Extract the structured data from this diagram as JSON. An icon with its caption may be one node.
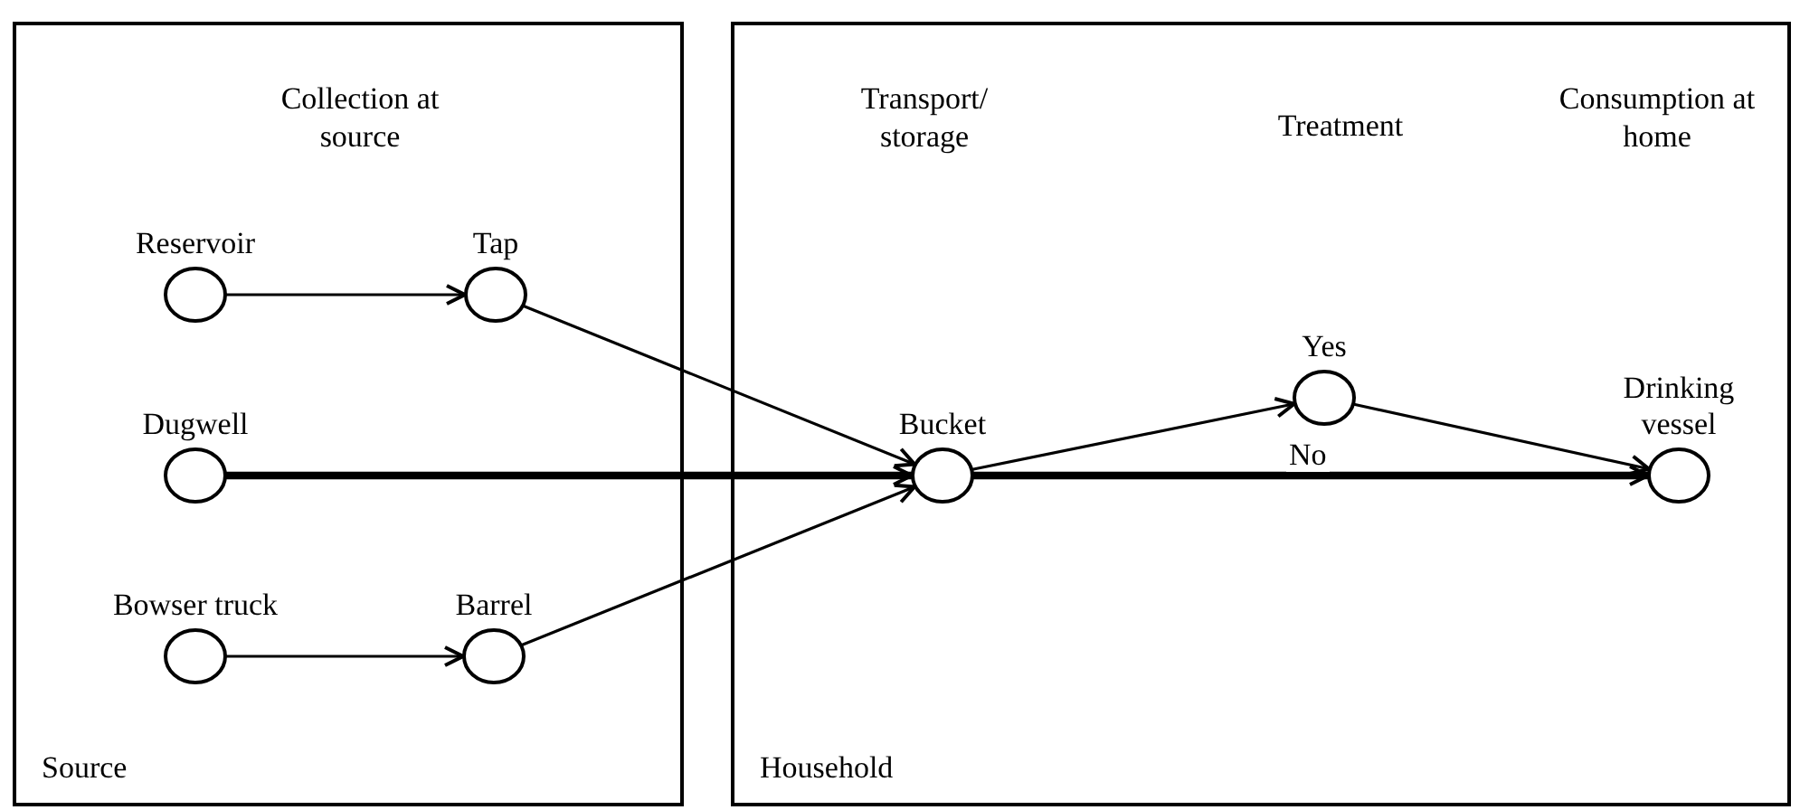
{
  "diagram": {
    "nodes": [
      {
        "text": [
          "Collection at source",
          "Source"
        ]
      },
      {
        "text": [
          "Transport/ storage",
          "Treatment",
          "Consumption at home",
          "Household"
        ]
      },
      {
        "text": [
          "Reservoir"
        ],
        "in": 0
      },
      {
        "text": [
          "Tap"
        ],
        "in": 0
      },
      {
        "text": [
          "Dugwell"
        ],
        "in": 0
      },
      {
        "text": [
          "Bowser truck"
        ],
        "in": 0
      },
      {
        "text": [
          "Barrel"
        ],
        "in": 0
      },
      {
        "text": [
          "Bucket"
        ],
        "in": 1
      },
      {
        "text": [
          "Yes"
        ],
        "in": 1
      },
      {
        "text": [
          "Drinking vessel"
        ],
        "in": 1
      }
    ],
    "edges": [
      {
        "from": 2,
        "to": 3,
        "arrow": "to"
      },
      {
        "from": 3,
        "to": 7,
        "arrow": "to"
      },
      {
        "from": 4,
        "to": 7,
        "arrow": "to",
        "style": "thick"
      },
      {
        "from": 5,
        "to": 6,
        "arrow": "to"
      },
      {
        "from": 6,
        "to": 7,
        "arrow": "to"
      },
      {
        "from": 7,
        "to": 8,
        "arrow": "to"
      },
      {
        "from": 8,
        "to": 9,
        "arrow": "to"
      },
      {
        "from": 7,
        "to": 9,
        "arrow": "to",
        "label": "No",
        "style": "thick"
      }
    ]
  }
}
